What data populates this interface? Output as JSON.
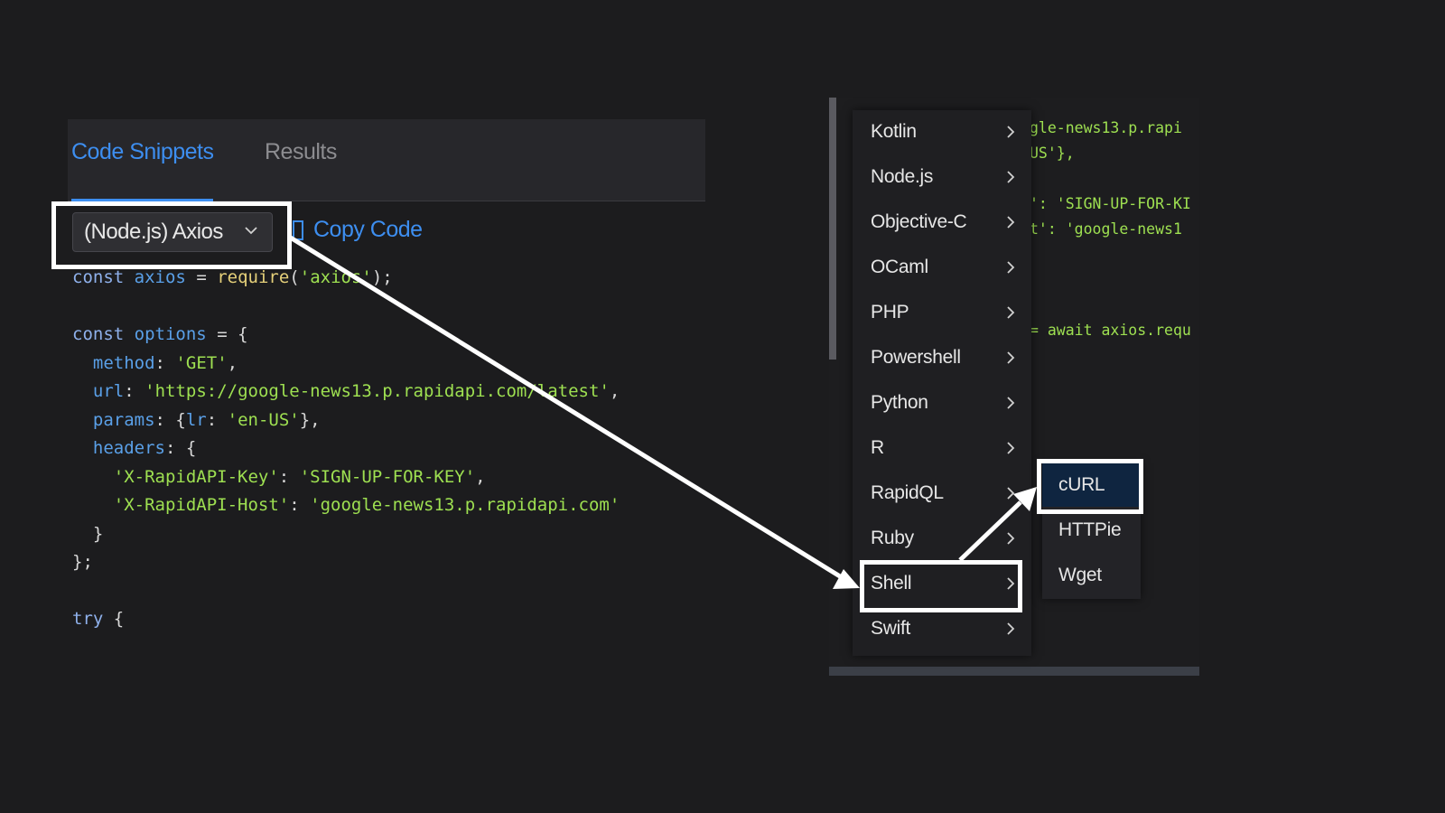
{
  "tabs": [
    {
      "label": "Code Snippets",
      "active": true
    },
    {
      "label": "Results",
      "active": false
    }
  ],
  "language_select": {
    "value": "(Node.js) Axios"
  },
  "copy_button": {
    "label": "Copy Code"
  },
  "code_lines": [
    "const axios = require('axios');",
    "",
    "const options = {",
    "  method: 'GET',",
    "  url: 'https://google-news13.p.rapidapi.com/latest',",
    "  params: {lr: 'en-US'},",
    "  headers: {",
    "    'X-RapidAPI-Key': 'SIGN-UP-FOR-KEY',",
    "    'X-RapidAPI-Host': 'google-news13.p.rapidapi.com'",
    "  }",
    "};",
    "",
    "try {"
  ],
  "background_code_lines": [
    "gle-news13.p.rapi",
    "US'},",
    "",
    "': 'SIGN-UP-FOR-KI",
    "t': 'google-news1",
    "",
    "",
    "",
    "= await axios.requ"
  ],
  "menu": {
    "items": [
      "Kotlin",
      "Node.js",
      "Objective-C",
      "OCaml",
      "PHP",
      "Powershell",
      "Python",
      "R",
      "RapidQL",
      "Ruby",
      "Shell",
      "Swift"
    ],
    "highlighted": "Shell"
  },
  "submenu": {
    "items": [
      "cURL",
      "HTTPie",
      "Wget"
    ],
    "selected": "cURL"
  },
  "colors": {
    "background": "#1c1c1e",
    "accent": "#3d8ef0",
    "string": "#9ee051",
    "keyword": "#8fb1ec",
    "highlight_frame": "#ffffff",
    "selected_item": "#0f2540"
  }
}
